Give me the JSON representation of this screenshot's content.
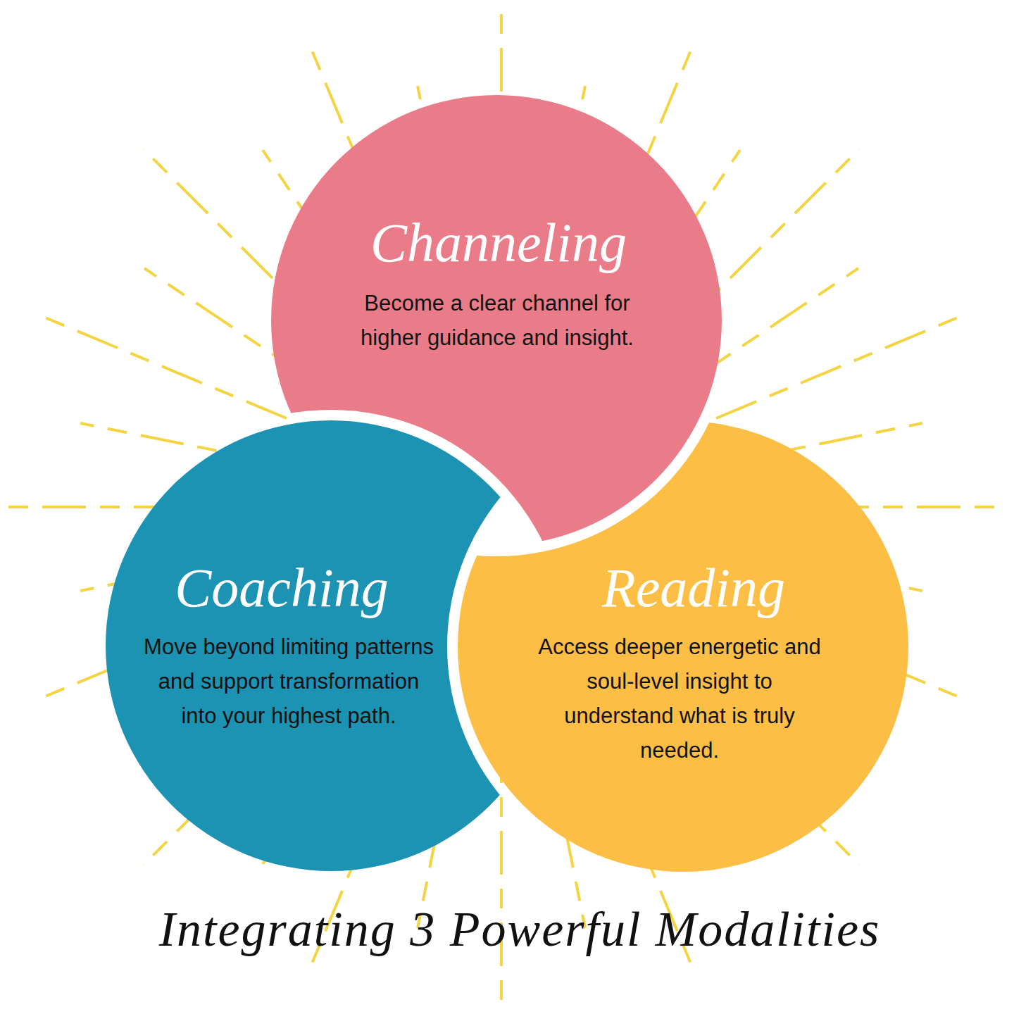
{
  "diagram": {
    "title": "Integrating 3 Powerful Modalities",
    "nodes": [
      {
        "text": [
          "Channeling",
          "Become a clear channel for higher guidance and insight."
        ]
      },
      {
        "text": [
          "Coaching",
          "Move beyond limiting patterns and support transformation into your highest path."
        ]
      },
      {
        "text": [
          "Reading",
          "Access deeper energetic and soul-level insight to understand what is truly needed."
        ]
      }
    ]
  }
}
